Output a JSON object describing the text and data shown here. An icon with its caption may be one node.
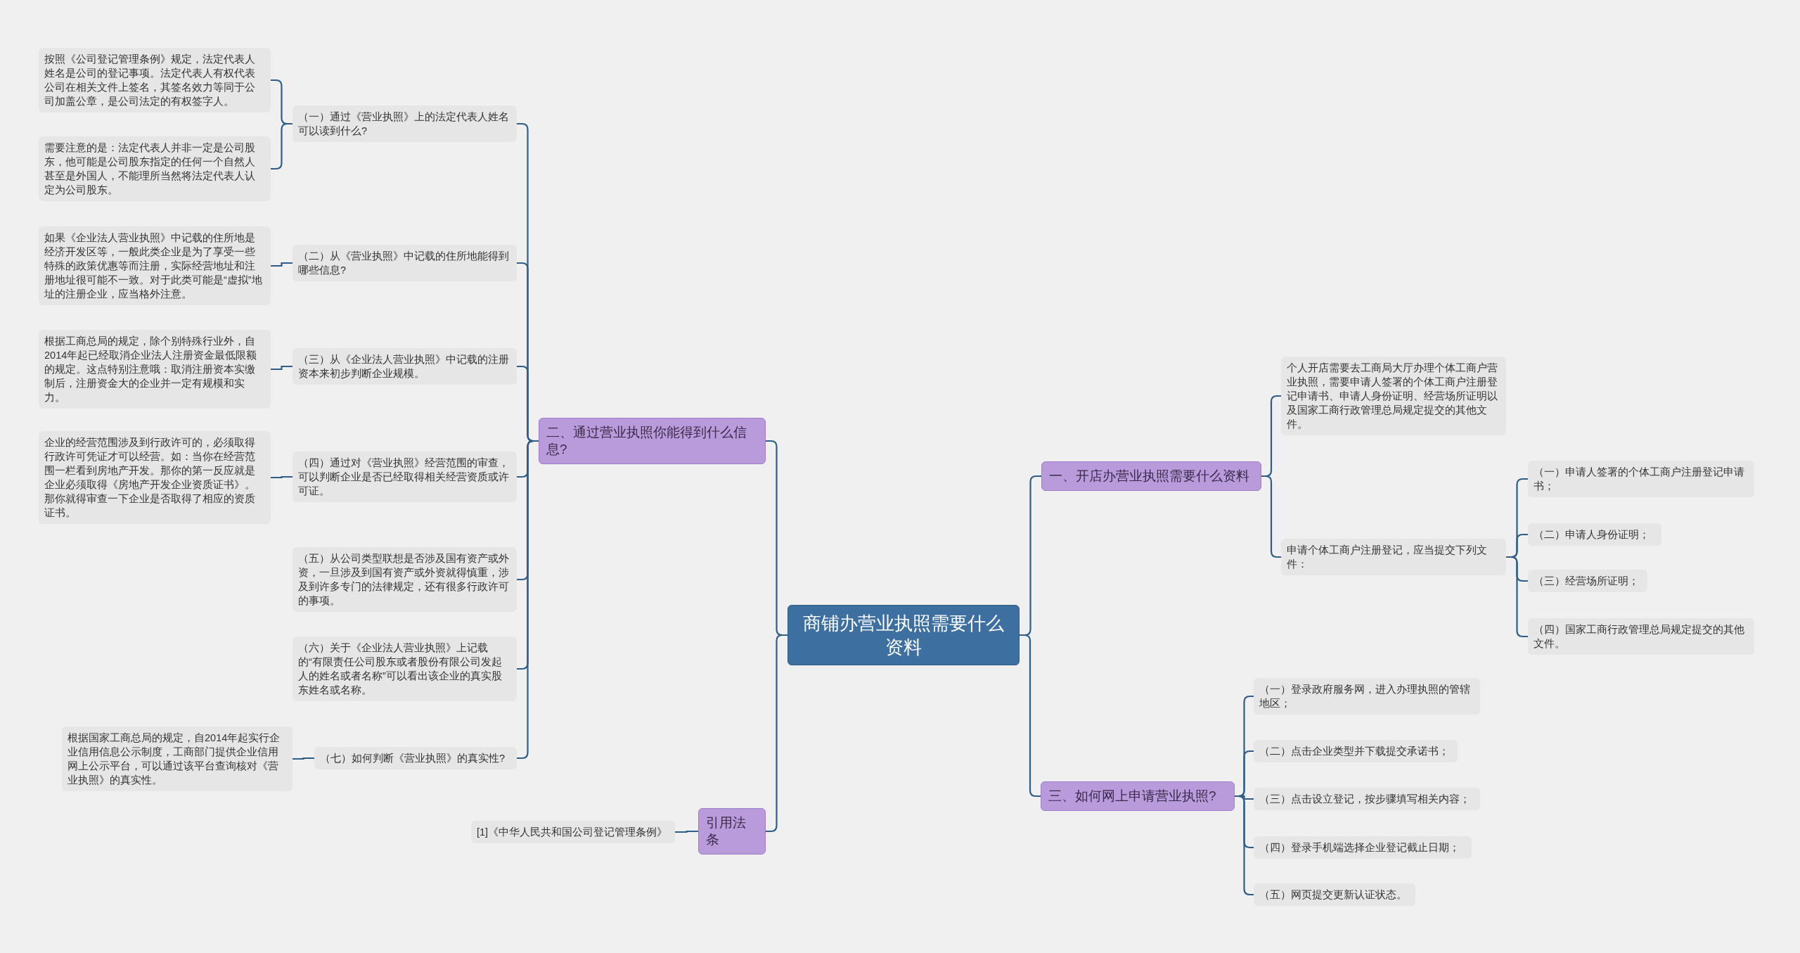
{
  "diagram": {
    "nodes": [
      {
        "text": [
          "商铺办营业执照需要什么资料"
        ]
      },
      {
        "text": [
          "二、通过营业执照你能得到什么信息?"
        ]
      },
      {
        "text": [
          "（一）通过《营业执照》上的法定代表人姓名可以读到什么?"
        ]
      },
      {
        "text": [
          "按照《公司登记管理条例》规定，法定代表人姓名是公司的登记事项。法定代表人有权代表公司在相关文件上签名，其签名效力等同于公司加盖公章，是公司法定的有权签字人。"
        ]
      },
      {
        "text": [
          "需要注意的是：法定代表人并非一定是公司股东，他可能是公司股东指定的任何一个自然人甚至是外国人，不能理所当然将法定代表人认定为公司股东。"
        ]
      },
      {
        "text": [
          "（二）从《营业执照》中记载的住所地能得到哪些信息?"
        ]
      },
      {
        "text": [
          "如果《企业法人营业执照》中记载的住所地是经济开发区等，一般此类企业是为了享受一些特殊的政策优惠等而注册，实际经营地址和注册地址很可能不一致。对于此类可能是“虚拟”地址的注册企业，应当格外注意。"
        ]
      },
      {
        "text": [
          "（三）从《企业法人营业执照》中记载的注册资本来初步判断企业规模。"
        ]
      },
      {
        "text": [
          "根据工商总局的规定，除个别特殊行业外，自2014年起已经取消企业法人注册资金最低限额的规定。这点特别注意哦：取消注册资本实缴制后，注册资金大的企业并一定有规模和实力。"
        ]
      },
      {
        "text": [
          "（四）通过对《营业执照》经营范围的审查，可以判断企业是否已经取得相关经营资质或许可证。"
        ]
      },
      {
        "text": [
          "企业的经营范围涉及到行政许可的，必须取得行政许可凭证才可以经营。如：当你在经营范围一栏看到房地产开发。那你的第一反应就是企业必须取得《房地产开发企业资质证书》。那你就得审查一下企业是否取得了相应的资质证书。"
        ]
      },
      {
        "text": [
          "（五）从公司类型联想是否涉及国有资产或外资，一旦涉及到国有资产或外资就得慎重，涉及到许多专门的法律规定，还有很多行政许可的事项。"
        ]
      },
      {
        "text": [
          "（六）关于《企业法人营业执照》上记载的“有限责任公司股东或者股份有限公司发起人的姓名或者名称”可以看出该企业的真实股东姓名或名称。"
        ]
      },
      {
        "text": [
          "（七）如何判断《营业执照》的真实性?"
        ]
      },
      {
        "text": [
          "根据国家工商总局的规定，自2014年起实行企业信用信息公示制度，工商部门提供企业信用网上公示平台，可以通过该平台查询核对《营业执照》的真实性。"
        ]
      },
      {
        "text": [
          "引用法条"
        ]
      },
      {
        "text": [
          "[1]《中华人民共和国公司登记管理条例》"
        ]
      },
      {
        "text": [
          "一、开店办营业执照需要什么资料"
        ]
      },
      {
        "text": [
          "个人开店需要去工商局大厅办理个体工商户营业执照，需要申请人签署的个体工商户注册登记申请书、申请人身份证明、经营场所证明以及国家工商行政管理总局规定提交的其他文件。"
        ]
      },
      {
        "text": [
          "申请个体工商户注册登记，应当提交下列文件："
        ]
      },
      {
        "text": [
          "（一）申请人签署的个体工商户注册登记申请书；"
        ]
      },
      {
        "text": [
          "（二）申请人身份证明；"
        ]
      },
      {
        "text": [
          "（三）经营场所证明；"
        ]
      },
      {
        "text": [
          "（四）国家工商行政管理总局规定提交的其他文件。"
        ]
      },
      {
        "text": [
          "三、如何网上申请营业执照?"
        ]
      },
      {
        "text": [
          "（一）登录政府服务网，进入办理执照的管辖地区；"
        ]
      },
      {
        "text": [
          "（二）点击企业类型并下载提交承诺书；"
        ]
      },
      {
        "text": [
          "（三）点击设立登记，按步骤填写相关内容；"
        ]
      },
      {
        "text": [
          "（四）登录手机端选择企业登记截止日期；"
        ]
      },
      {
        "text": [
          "（五）网页提交更新认证状态。"
        ]
      }
    ],
    "edges": [
      {
        "from": 0,
        "to": 1,
        "arrow": "none"
      },
      {
        "from": 1,
        "to": 2,
        "arrow": "none"
      },
      {
        "from": 2,
        "to": 3,
        "arrow": "none"
      },
      {
        "from": 2,
        "to": 4,
        "arrow": "none"
      },
      {
        "from": 1,
        "to": 5,
        "arrow": "none"
      },
      {
        "from": 5,
        "to": 6,
        "arrow": "none"
      },
      {
        "from": 1,
        "to": 7,
        "arrow": "none"
      },
      {
        "from": 7,
        "to": 8,
        "arrow": "none"
      },
      {
        "from": 1,
        "to": 9,
        "arrow": "none"
      },
      {
        "from": 9,
        "to": 10,
        "arrow": "none"
      },
      {
        "from": 1,
        "to": 11,
        "arrow": "none"
      },
      {
        "from": 1,
        "to": 12,
        "arrow": "none"
      },
      {
        "from": 1,
        "to": 13,
        "arrow": "none"
      },
      {
        "from": 13,
        "to": 14,
        "arrow": "none"
      },
      {
        "from": 0,
        "to": 15,
        "arrow": "none"
      },
      {
        "from": 15,
        "to": 16,
        "arrow": "none"
      },
      {
        "from": 0,
        "to": 17,
        "arrow": "none"
      },
      {
        "from": 17,
        "to": 18,
        "arrow": "none"
      },
      {
        "from": 17,
        "to": 19,
        "arrow": "none"
      },
      {
        "from": 19,
        "to": 20,
        "arrow": "none"
      },
      {
        "from": 19,
        "to": 21,
        "arrow": "none"
      },
      {
        "from": 19,
        "to": 22,
        "arrow": "none"
      },
      {
        "from": 19,
        "to": 23,
        "arrow": "none"
      },
      {
        "from": 0,
        "to": 24,
        "arrow": "none"
      },
      {
        "from": 24,
        "to": 25,
        "arrow": "none"
      },
      {
        "from": 24,
        "to": 26,
        "arrow": "none"
      },
      {
        "from": 24,
        "to": 27,
        "arrow": "none"
      },
      {
        "from": 24,
        "to": 28,
        "arrow": "none"
      },
      {
        "from": 24,
        "to": 29,
        "arrow": "none"
      }
    ]
  }
}
